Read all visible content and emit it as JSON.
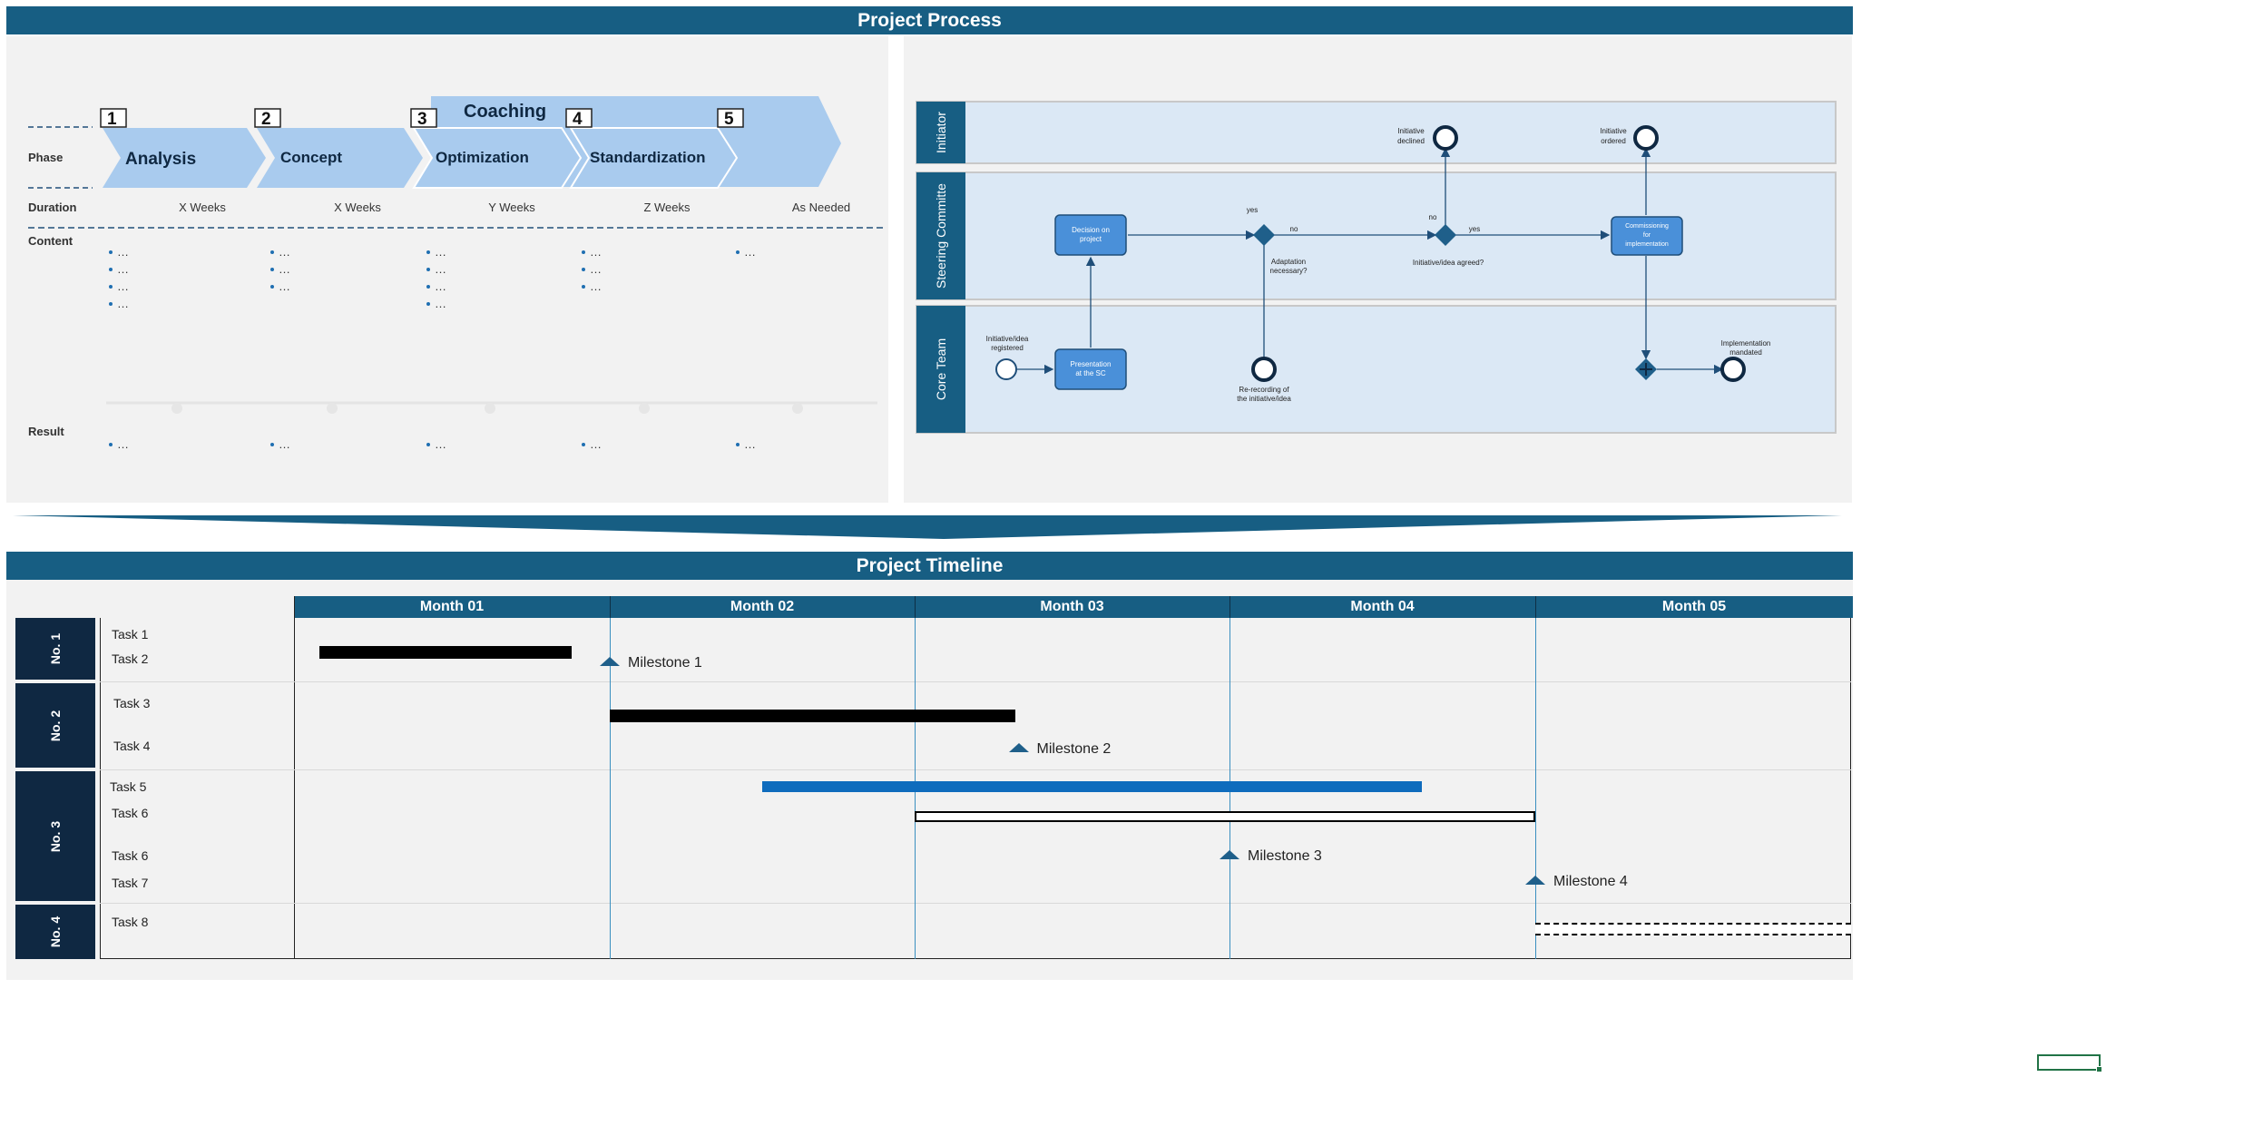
{
  "process": {
    "title": "Project Process",
    "coaching_label": "Coaching",
    "row_labels": {
      "phase": "Phase",
      "duration": "Duration",
      "content": "Content",
      "result": "Result"
    },
    "phases": [
      {
        "number": "1",
        "name": "Analysis",
        "duration": "X Weeks",
        "content": [
          "…",
          "…",
          "…",
          "…"
        ],
        "result": [
          "…"
        ]
      },
      {
        "number": "2",
        "name": "Concept",
        "duration": "X Weeks",
        "content": [
          "…",
          "…",
          "…"
        ],
        "result": [
          "…"
        ]
      },
      {
        "number": "3",
        "name": "Optimization",
        "duration": "Y Weeks",
        "content": [
          "…",
          "…",
          "…",
          "…"
        ],
        "result": [
          "…"
        ]
      },
      {
        "number": "4",
        "name": "Standardization",
        "duration": "Z Weeks",
        "content": [
          "…",
          "…",
          "…"
        ],
        "result": [
          "…"
        ]
      },
      {
        "number": "5",
        "name": "",
        "duration": "As Needed",
        "content": [
          "…"
        ],
        "result": [
          "…"
        ]
      }
    ]
  },
  "bpmn": {
    "lanes": [
      "Initiator",
      "Steering Committe",
      "Core Team"
    ],
    "labels": {
      "initiative_declined": [
        "Initiative",
        "declined"
      ],
      "initiative_ordered": [
        "Initiative",
        "ordered"
      ],
      "decision": [
        "Decision on",
        "project"
      ],
      "yes1": "yes",
      "no1": "no",
      "adaptation": [
        "Adaptation",
        "necessary?"
      ],
      "no2": "no",
      "yes2": "yes",
      "agreed": "Initiative/idea agreed?",
      "commissioning": [
        "Commissioning",
        "for",
        "implementation"
      ],
      "registered": [
        "Initiative/idea",
        "registered"
      ],
      "presentation": [
        "Presentation",
        "at the SC"
      ],
      "rerecording": [
        "Re-recording of",
        "the initiative/idea"
      ],
      "mandated": [
        "Implementation",
        "mandated"
      ]
    }
  },
  "timeline": {
    "title": "Project Timeline",
    "months": [
      "Month 01",
      "Month 02",
      "Month 03",
      "Month 04",
      "Month 05"
    ],
    "groups": [
      "No. 1",
      "No. 2",
      "No. 3",
      "No. 4"
    ],
    "tasks": [
      "Task 1",
      "Task 2",
      "Task 3",
      "Task 4",
      "Task 5",
      "Task 6",
      "Task 6",
      "Task 7",
      "Task 8"
    ],
    "milestones": [
      "Milestone 1",
      "Milestone 2",
      "Milestone 3",
      "Milestone 4"
    ],
    "bars": [
      {
        "task": "Task 1",
        "start_month": 0.08,
        "end_month": 0.88,
        "style": "solid-black"
      },
      {
        "task": "Task 3",
        "start_month": 1.0,
        "end_month": 2.32,
        "style": "solid-black"
      },
      {
        "task": "Task 5",
        "start_month": 1.5,
        "end_month": 3.63,
        "style": "solid-blue"
      },
      {
        "task": "Task 6",
        "start_month": 2.0,
        "end_month": 4.0,
        "style": "outline"
      },
      {
        "task": "Task 8",
        "start_month": 4.0,
        "end_month": 5.0,
        "style": "dashed"
      }
    ],
    "milestone_positions": [
      1.0,
      2.33,
      3.0,
      4.0
    ],
    "colors": {
      "header": "#175e83",
      "group": "#0f2842",
      "blue_bar": "#0f6cbd",
      "milestone": "#1f5f8a"
    }
  }
}
